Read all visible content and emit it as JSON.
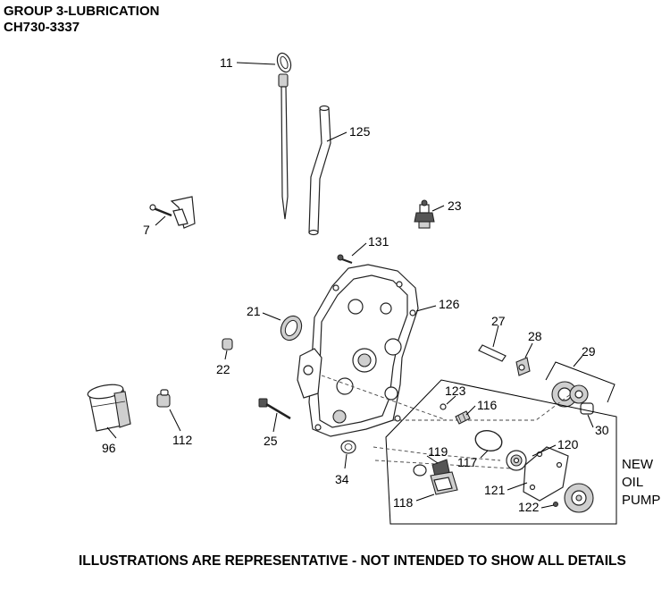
{
  "header": {
    "title": "GROUP 3-LUBRICATION",
    "model": "CH730-3337"
  },
  "footer": {
    "disclaimer": "ILLUSTRATIONS ARE REPRESENTATIVE - NOT INTENDED TO SHOW ALL DETAILS"
  },
  "note": {
    "line1": "NEW",
    "line2": "OIL",
    "line3": "PUMP"
  },
  "callouts": {
    "c11": "11",
    "c125": "125",
    "c7": "7",
    "c23": "23",
    "c131": "131",
    "c21": "21",
    "c126": "126",
    "c27": "27",
    "c28": "28",
    "c29": "29",
    "c22": "22",
    "c123": "123",
    "c116": "116",
    "c30": "30",
    "c96": "96",
    "c112": "112",
    "c25": "25",
    "c120": "120",
    "c119": "119",
    "c117": "117",
    "c34": "34",
    "c121": "121",
    "c118": "118",
    "c122": "122"
  }
}
